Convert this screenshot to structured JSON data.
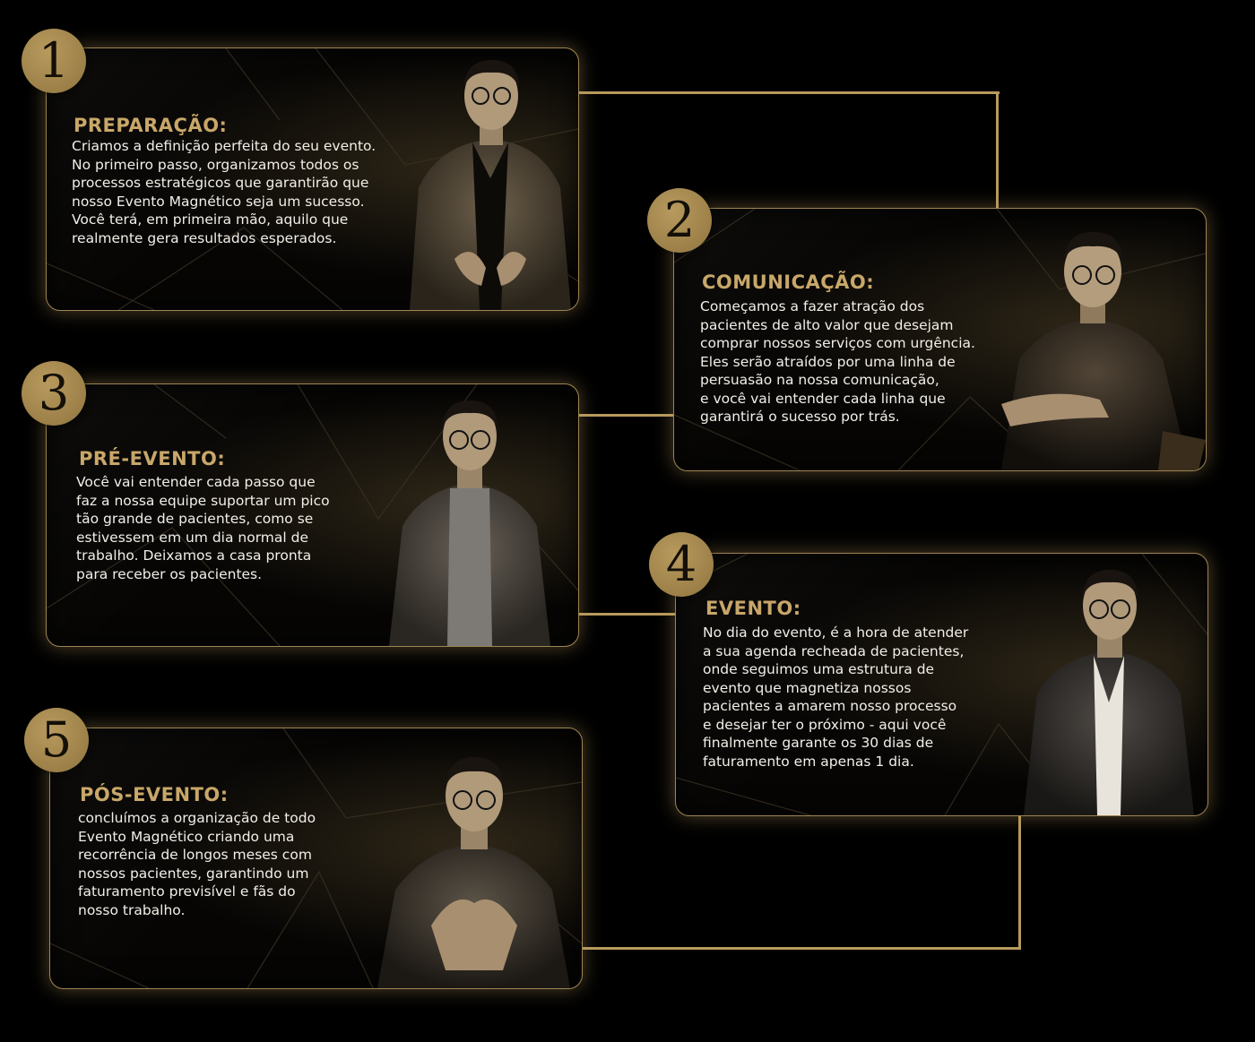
{
  "colors": {
    "gold": "#b79a5c",
    "heading": "#c8a769",
    "text": "#f2efe8",
    "background": "#000000"
  },
  "steps": [
    {
      "number": "1",
      "title": "PREPARAÇÃO:",
      "text": "Criamos a definição perfeita do seu evento.\nNo primeiro passo, organizamos todos os\nprocessos estratégicos que garantirão que\nnosso Evento Magnético seja um sucesso.\nVocê terá, em primeira mão, aquilo que\nrealmente gera resultados esperados."
    },
    {
      "number": "2",
      "title": "COMUNICAÇÃO:",
      "text": "Começamos a fazer atração dos\npacientes de alto valor que desejam\ncomprar nossos serviços com urgência.\nEles serão atraídos por uma linha de\npersuasão na nossa comunicação,\ne você vai entender cada linha que\ngarantirá o sucesso por trás."
    },
    {
      "number": "3",
      "title": "PRÉ-EVENTO:",
      "text": "Você vai entender cada passo que\nfaz a nossa equipe suportar um pico\ntão grande de pacientes, como se\nestivessem em um dia normal de\ntrabalho. Deixamos a casa pronta\npara receber os pacientes."
    },
    {
      "number": "4",
      "title": "EVENTO:",
      "text": "No dia do evento, é a hora de atender\na sua agenda recheada de pacientes,\nonde seguimos uma estrutura de\nevento que magnetiza nossos\npacientes a amarem nosso processo\ne desejar ter o próximo - aqui você\nfinalmente garante os 30 dias de\nfaturamento em apenas 1 dia."
    },
    {
      "number": "5",
      "title": "PÓS-EVENTO:",
      "text": "concluímos a organização de todo\nEvento Magnético criando uma\nrecorrência de longos meses com\nnossos pacientes, garantindo um\nfaturamento previsível e fãs do\nnosso trabalho."
    }
  ]
}
